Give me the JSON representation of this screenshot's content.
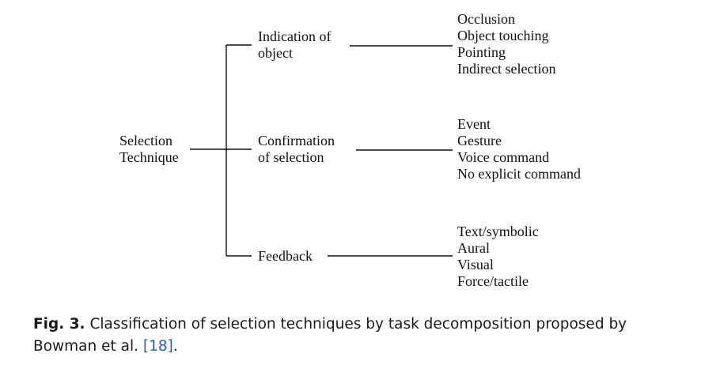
{
  "diagram": {
    "root": {
      "lines": [
        "Selection",
        "Technique"
      ]
    },
    "branches": [
      {
        "lines": [
          "Indication of",
          "object"
        ],
        "leaves": [
          "Occlusion",
          "Object touching",
          "Pointing",
          "Indirect selection"
        ]
      },
      {
        "lines": [
          "Confirmation",
          "of selection"
        ],
        "leaves": [
          "Event",
          "Gesture",
          "Voice command",
          "No explicit command"
        ]
      },
      {
        "lines": [
          "Feedback"
        ],
        "leaves": [
          "Text/symbolic",
          "Aural",
          "Visual",
          "Force/tactile"
        ]
      }
    ]
  },
  "caption": {
    "label": "Fig. 3.",
    "text": "Classification of selection techniques by task decomposition proposed by Bowman et al.",
    "ref": "[18]",
    "end": "."
  }
}
